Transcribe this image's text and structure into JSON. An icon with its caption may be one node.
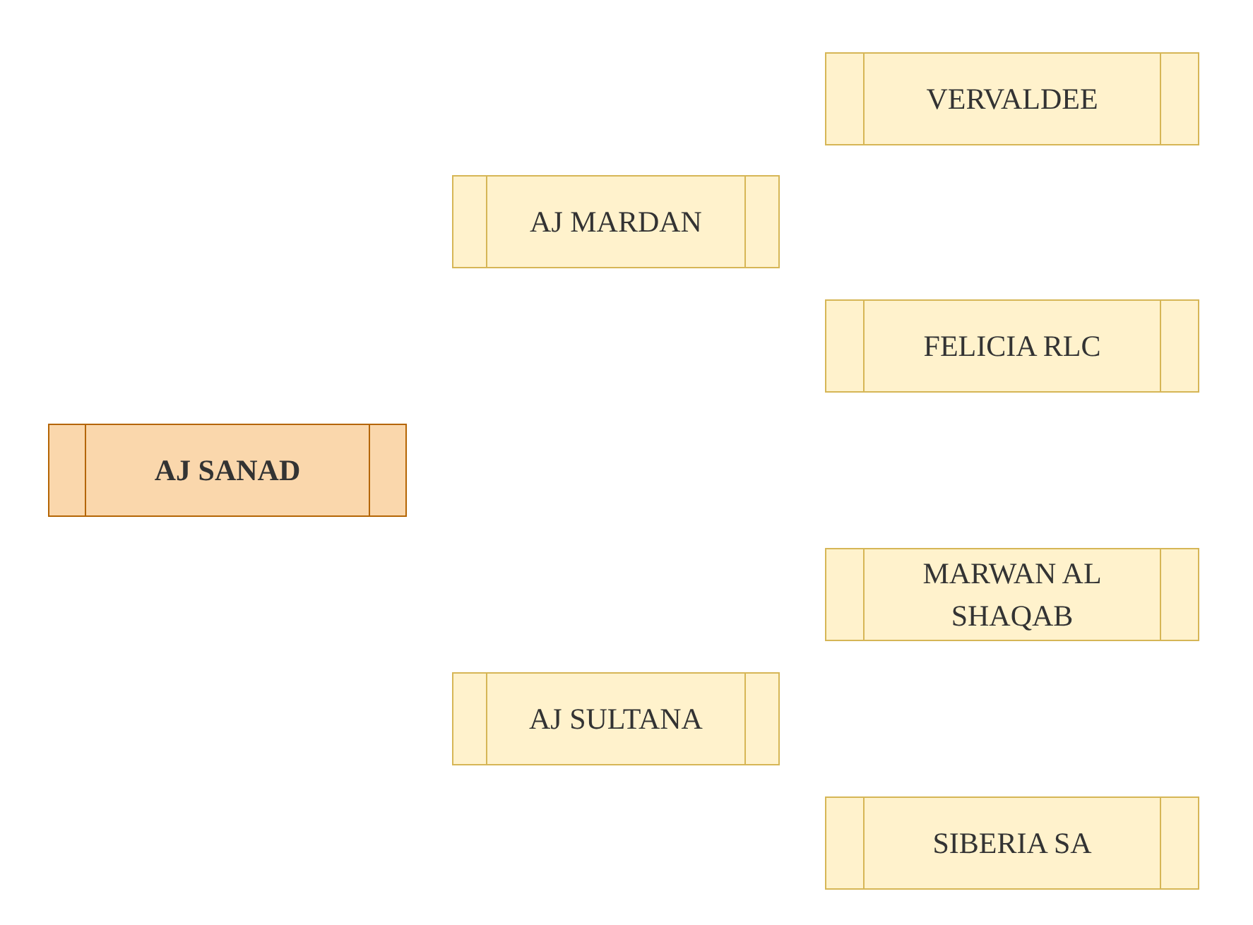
{
  "diagram": {
    "nodes": [
      {
        "text": [
          "AJ SANAD"
        ]
      },
      {
        "text": [
          "AJ MARDAN"
        ]
      },
      {
        "text": [
          "VERVALDEE"
        ]
      },
      {
        "text": [
          "FELICIA RLC"
        ]
      },
      {
        "text": [
          "AJ SULTANA"
        ]
      },
      {
        "text": [
          "MARWAN AL SHAQAB"
        ]
      },
      {
        "text": [
          "SIBERIA SA"
        ]
      }
    ],
    "edges": []
  }
}
